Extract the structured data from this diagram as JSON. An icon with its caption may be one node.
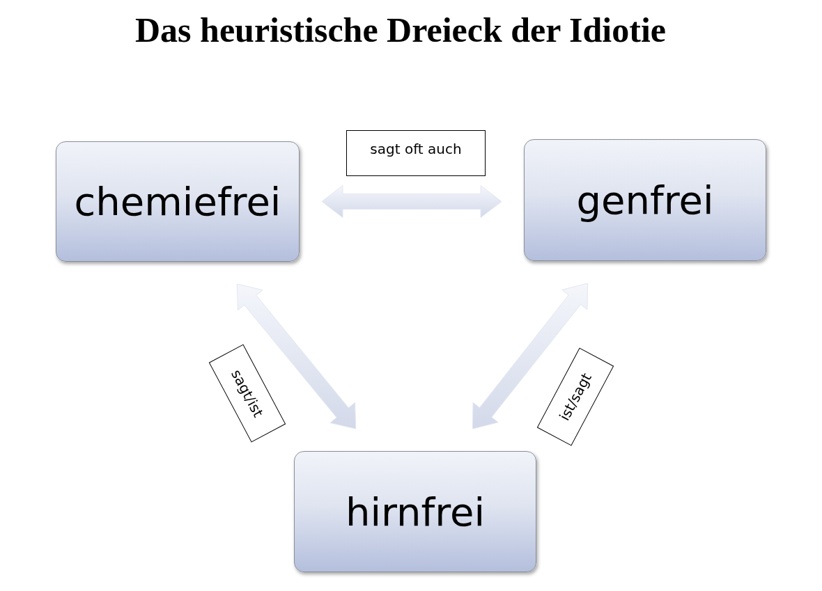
{
  "diagram": {
    "title": "Das heuristische Dreieck der Idiotie",
    "nodes": [
      {
        "text": [
          "chemiefrei"
        ]
      },
      {
        "text": [
          "genfrei"
        ]
      },
      {
        "text": [
          "hirnfrei"
        ]
      }
    ],
    "edges": [
      {
        "from": 0,
        "to": 1,
        "arrow": "both",
        "label": "sagt oft auch"
      },
      {
        "from": 0,
        "to": 2,
        "arrow": "both",
        "label": "sagt/ist"
      },
      {
        "from": 1,
        "to": 2,
        "arrow": "both",
        "label": "ist/sagt"
      }
    ]
  }
}
